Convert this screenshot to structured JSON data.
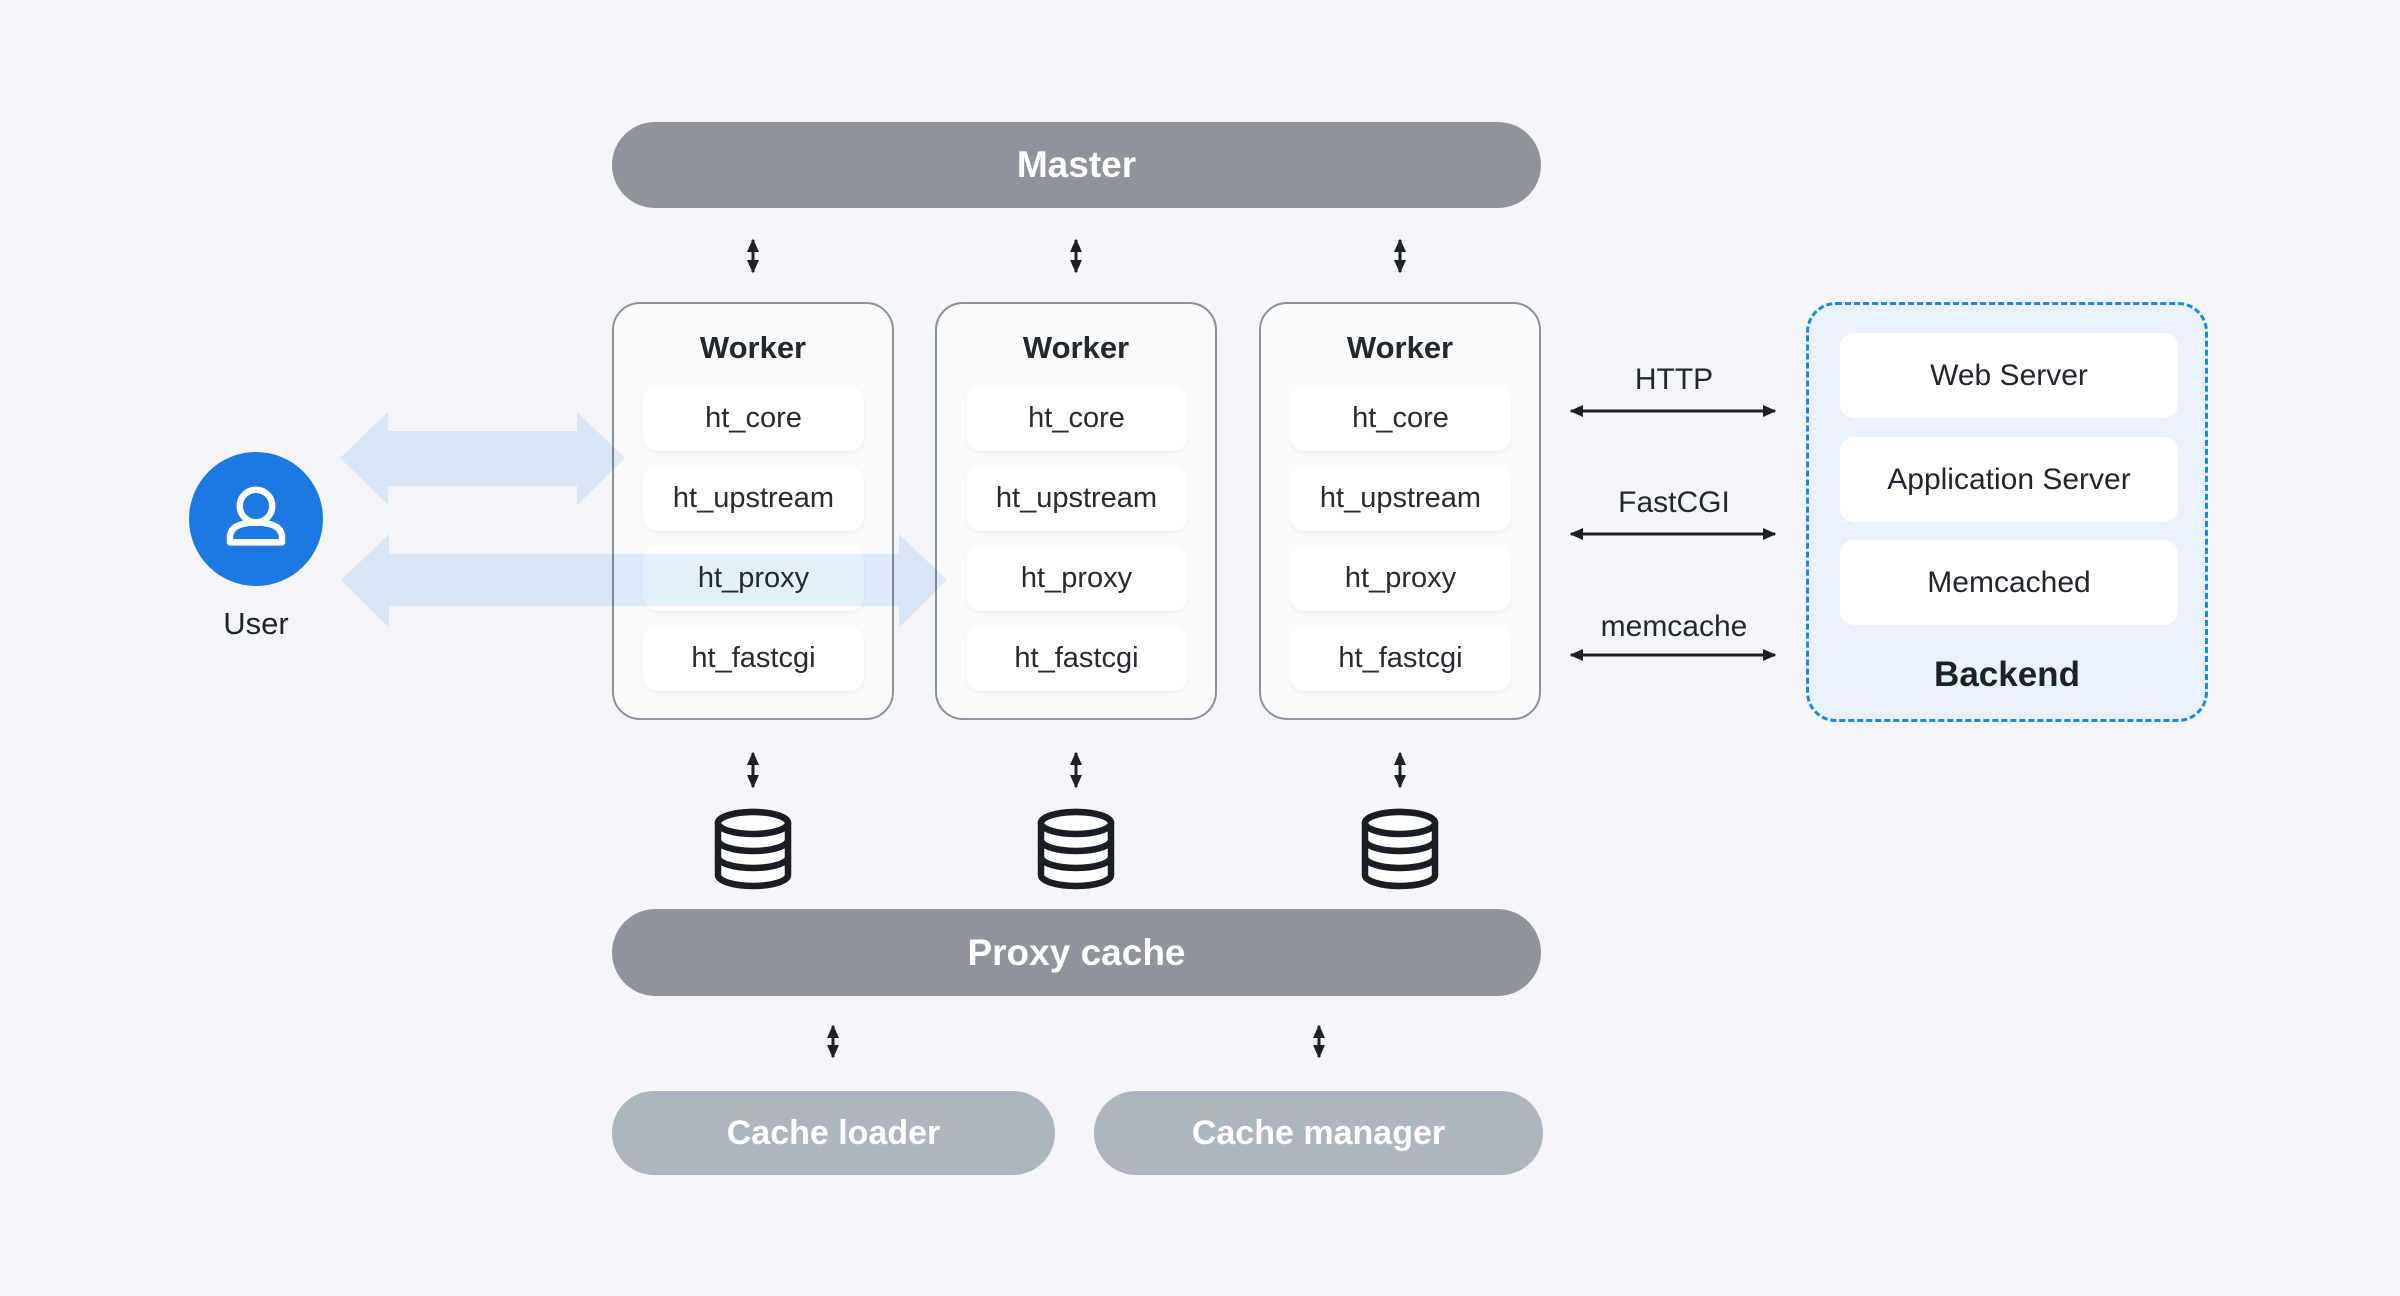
{
  "master": {
    "label": "Master"
  },
  "user": {
    "label": "User"
  },
  "workers": [
    {
      "title": "Worker",
      "modules": [
        "ht_core",
        "ht_upstream",
        "ht_proxy",
        "ht_fastcgi"
      ]
    },
    {
      "title": "Worker",
      "modules": [
        "ht_core",
        "ht_upstream",
        "ht_proxy",
        "ht_fastcgi"
      ]
    },
    {
      "title": "Worker",
      "modules": [
        "ht_core",
        "ht_upstream",
        "ht_proxy",
        "ht_fastcgi"
      ]
    }
  ],
  "protocols": [
    {
      "label": "HTTP"
    },
    {
      "label": "FastCGI"
    },
    {
      "label": "memcache"
    }
  ],
  "backend": {
    "label": "Backend",
    "services": [
      "Web Server",
      "Application Server",
      "Memcached"
    ]
  },
  "cache": {
    "proxy_cache": "Proxy cache",
    "loader": "Cache loader",
    "manager": "Cache manager"
  },
  "icons": {
    "user": "person-outline-icon",
    "storage": "database-cylinder-icon"
  },
  "colors": {
    "page_bg": "#F3F5F8",
    "bar_gray": "#8F949B",
    "bar_light_gray": "#AFB5BD",
    "accent_blue": "#1C78E3",
    "backend_fill": "#E9F1FC",
    "backend_border": "#1E87E5",
    "arrow_black": "#1D2127",
    "highlight_arrow_blue": "#E4EFFC"
  }
}
